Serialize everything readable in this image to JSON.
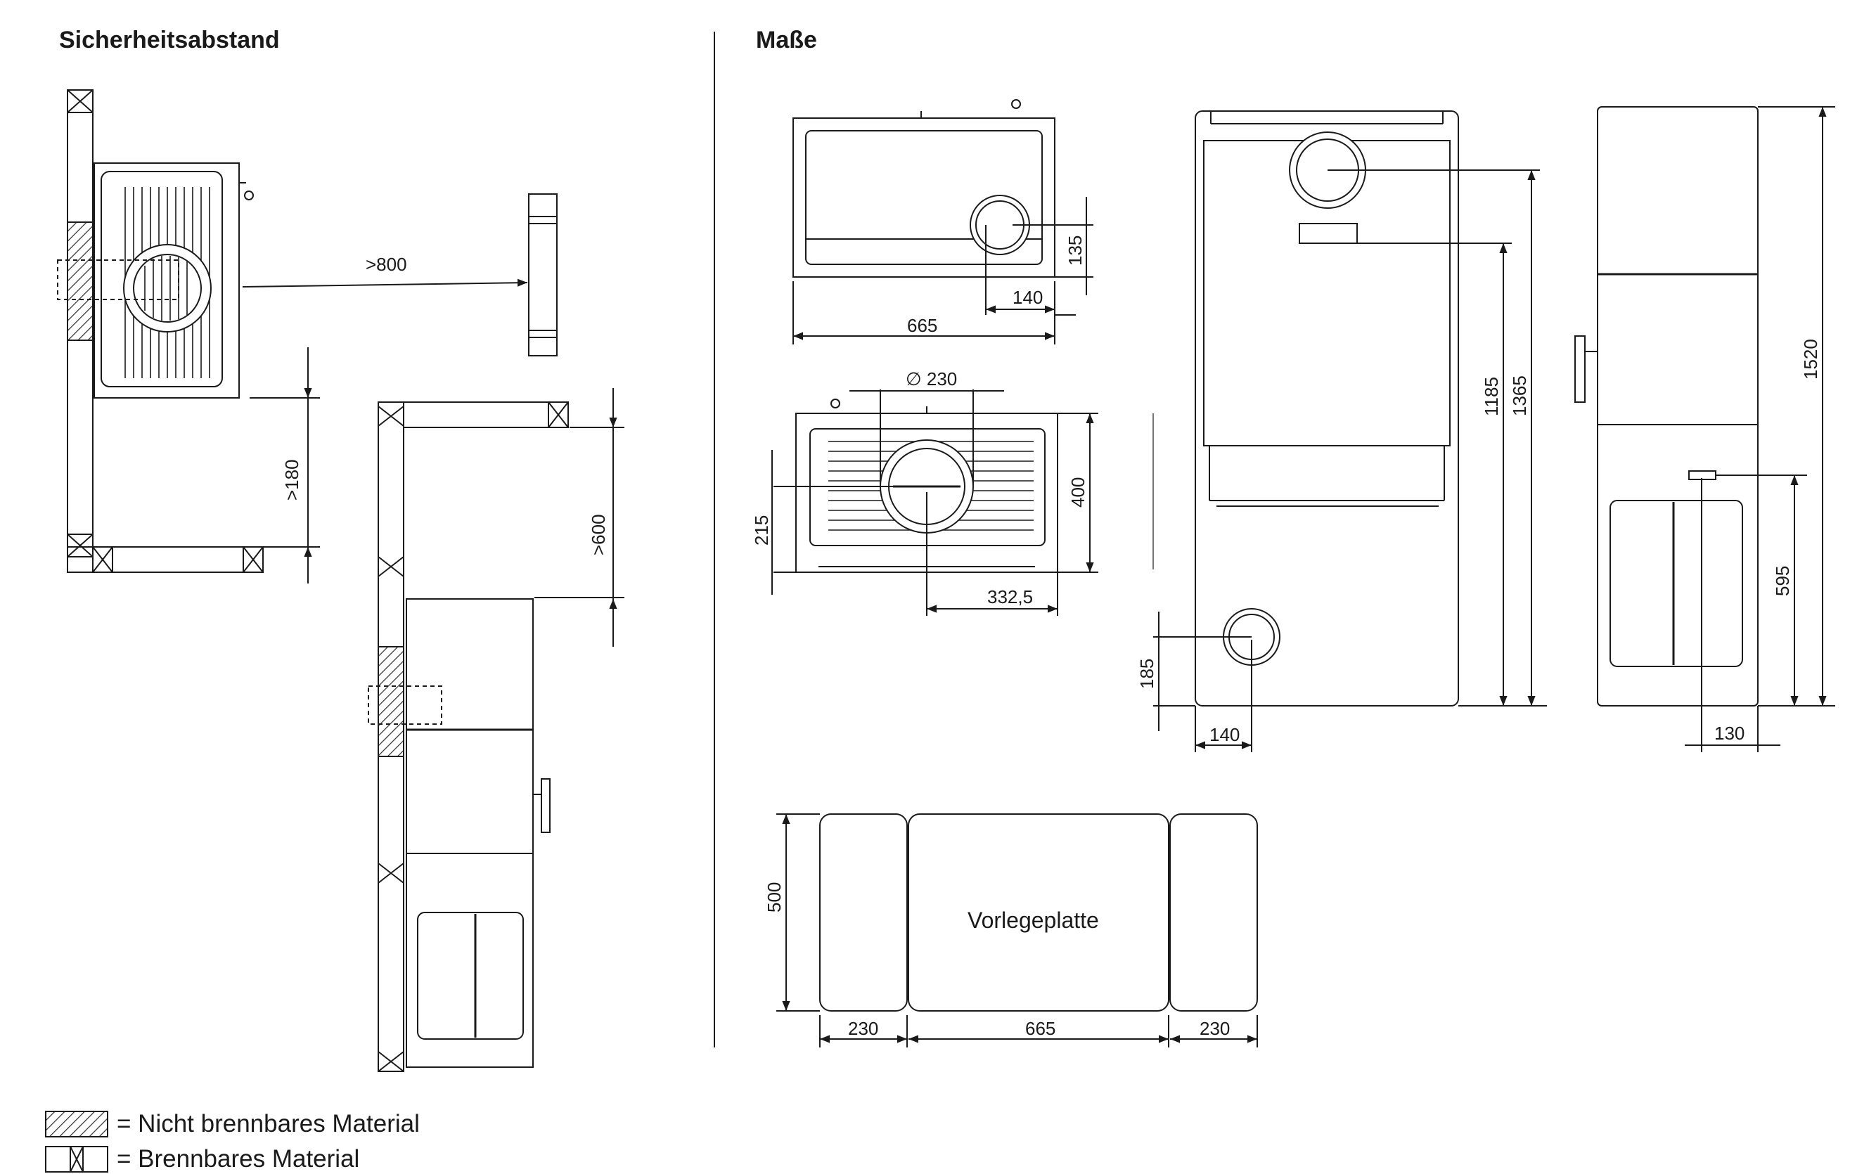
{
  "headings": {
    "left": "Sicherheitsabstand",
    "right": "Maße"
  },
  "clearances": {
    "side": ">800",
    "top": ">180",
    "back": ">600"
  },
  "dimensions": {
    "top_view_width": "665",
    "top_view_flue_offset": "140",
    "top_view_flue_depth": "135",
    "flue_diameter": "∅ 230",
    "back_view_height": "400",
    "back_view_flue_height": "215",
    "back_view_flue_offset": "332,5",
    "front_height_flue_top": "1185",
    "front_height_total_top": "1365",
    "front_lower_flue_height": "185",
    "front_lower_flue_offset": "140",
    "side_height": "1520",
    "side_air_height": "595",
    "side_air_offset": "130",
    "plate_depth": "500",
    "plate_left": "230",
    "plate_center": "665",
    "plate_right": "230"
  },
  "plate_label": "Vorlegeplatte",
  "legend": {
    "non_combustible": "= Nicht brennbares Material",
    "combustible": "= Brennbares Material"
  },
  "colors": {
    "line": "#1a1a1a",
    "hatch": "#333333"
  }
}
